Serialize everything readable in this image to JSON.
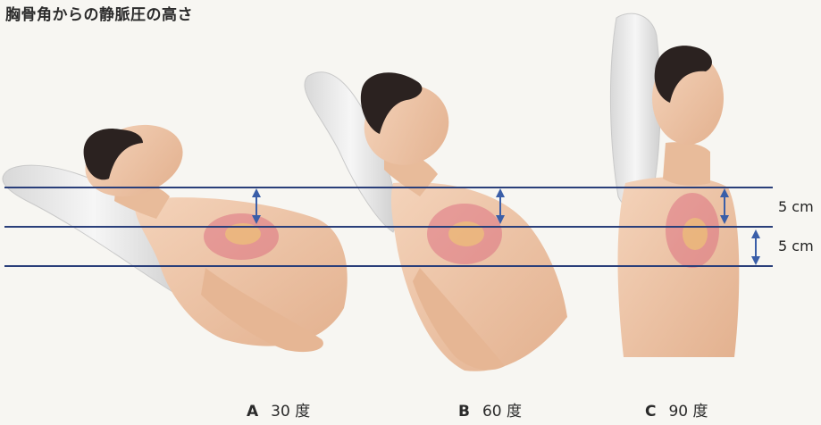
{
  "title": "胸骨角からの静脈圧の高さ",
  "measurements": [
    {
      "label": "5 cm"
    },
    {
      "label": "5 cm"
    }
  ],
  "panels": [
    {
      "letter": "A",
      "angle": "30 度"
    },
    {
      "letter": "B",
      "angle": "60 度"
    },
    {
      "letter": "C",
      "angle": "90 度"
    }
  ],
  "colors": {
    "line": "#2a3f7a",
    "arrow": "#3a5ea8",
    "skin": "#efc6a8",
    "skin_shadow": "#d9a585",
    "hair": "#2b2220",
    "pillow": "#ececec",
    "chest_marking": "#d9607a"
  }
}
